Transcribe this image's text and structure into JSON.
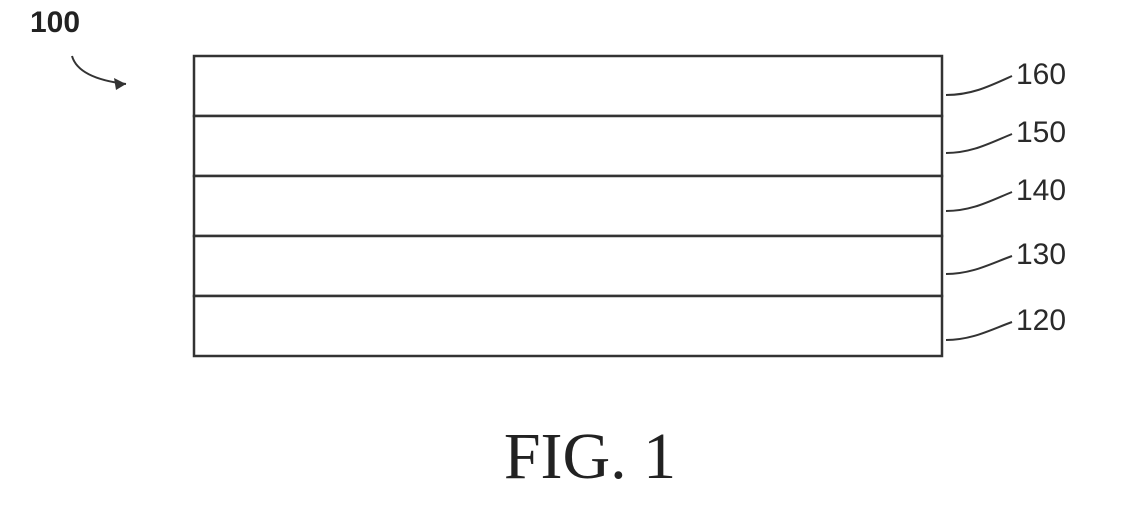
{
  "device": {
    "label": "100"
  },
  "layers": [
    {
      "label": "160"
    },
    {
      "label": "150"
    },
    {
      "label": "140"
    },
    {
      "label": "130"
    },
    {
      "label": "120"
    }
  ],
  "caption": "FIG. 1"
}
